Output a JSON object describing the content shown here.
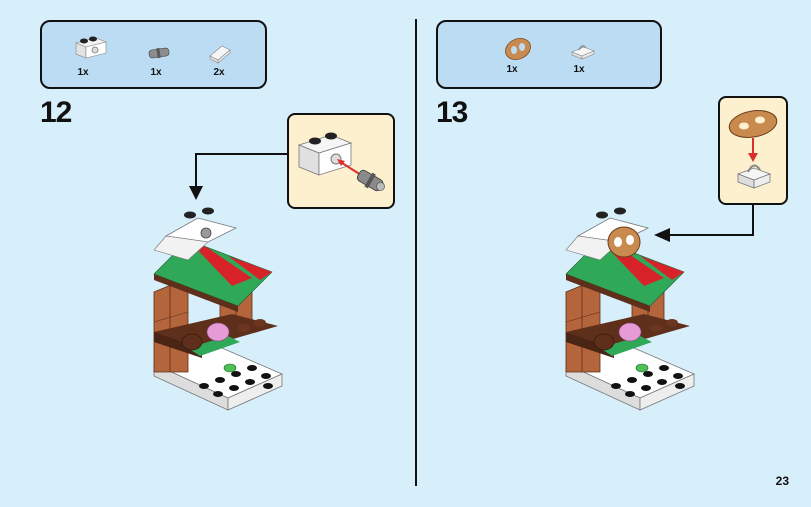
{
  "page": {
    "number": "23",
    "background": "#d7eefb"
  },
  "steps": [
    {
      "number": "12",
      "parts": [
        {
          "name": "white-technic-brick-1x2-with-hole",
          "qty": "1x"
        },
        {
          "name": "grey-technic-pin-connector",
          "qty": "1x"
        },
        {
          "name": "white-slope-1x1",
          "qty": "2x"
        }
      ],
      "callout": {
        "description": "Insert grey pin into white brick hole",
        "arrow_color": "#d9302c"
      },
      "model": "market-stall-with-green-red-awning"
    },
    {
      "number": "13",
      "parts": [
        {
          "name": "brown-pretzel",
          "qty": "1x"
        },
        {
          "name": "white-plate-1x1-with-clip",
          "qty": "1x"
        }
      ],
      "callout": {
        "description": "Attach pretzel to white clip plate",
        "arrow_color": "#d9302c"
      },
      "model": "market-stall-with-pretzel-sign"
    }
  ],
  "colors": {
    "parts_box": "#bcdcf4",
    "callout_box": "#fdf0cf",
    "awning_green": "#2fa858",
    "awning_red": "#d8222a",
    "brick_brown": "#b5653c",
    "dark_brown": "#5e2f1b",
    "pretzel": "#c98a4f"
  }
}
